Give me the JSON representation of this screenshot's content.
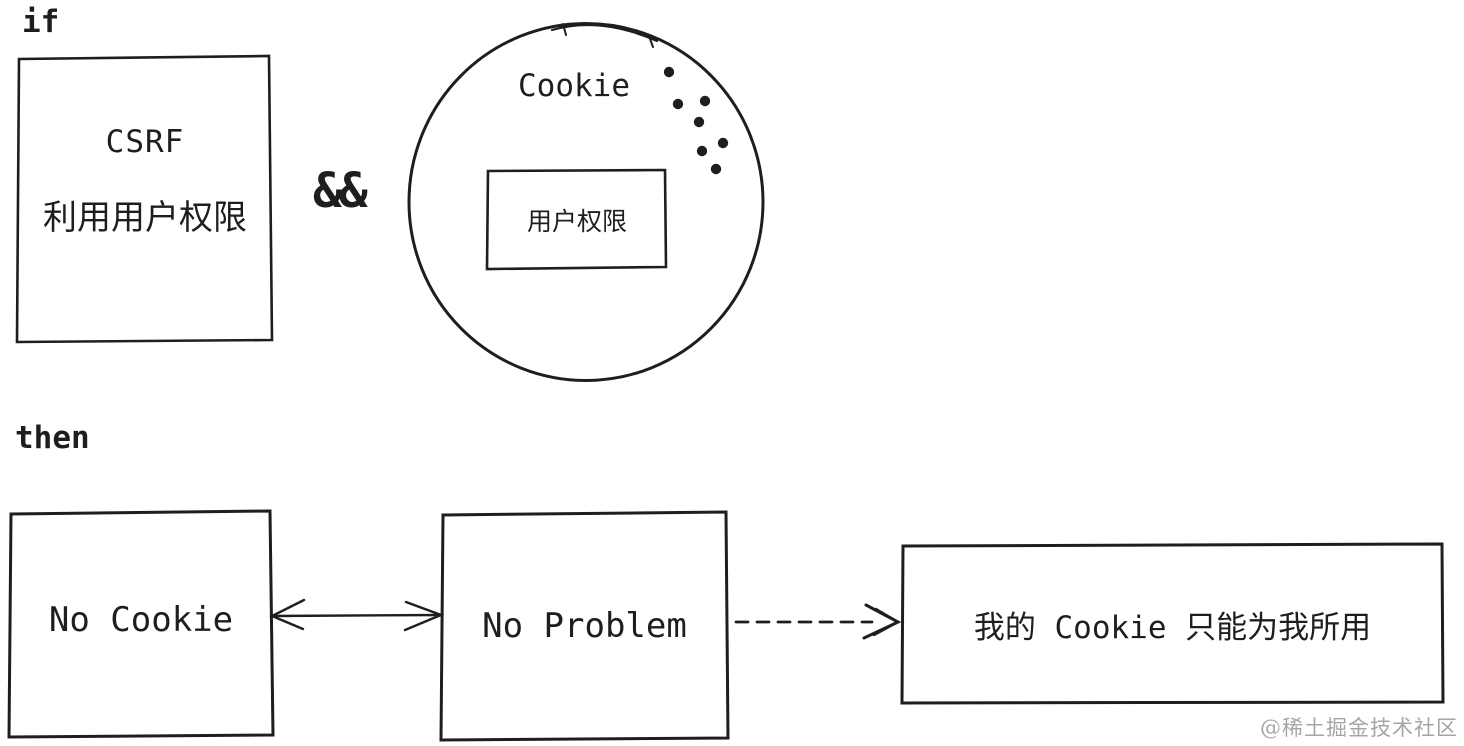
{
  "colors": {
    "ink": "#1e1e1e",
    "background": "#ffffff",
    "watermark_gray": "#a9a4a4"
  },
  "condition": {
    "keyword": "if",
    "operator": "&&",
    "csrf_box": {
      "title": "CSRF",
      "subtitle": "利用用户权限"
    },
    "cookie_circle": {
      "label": "Cookie",
      "inner_box_label": "用户权限"
    }
  },
  "result": {
    "keyword": "then",
    "no_cookie_label": "No Cookie",
    "no_problem_label": "No Problem",
    "conclusion_label": "我的 Cookie 只能为我所用"
  },
  "watermark": "@稀土掘金技术社区"
}
